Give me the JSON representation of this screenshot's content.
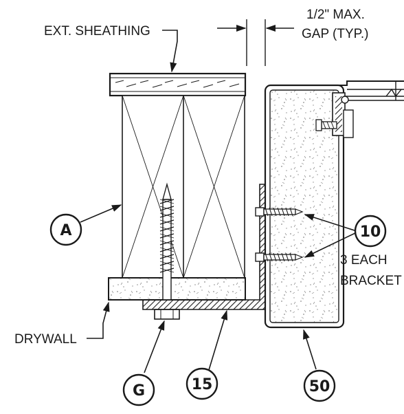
{
  "labels": {
    "ext_sheathing": "EXT. SHEATHING",
    "gap_line1": "1/2\" MAX.",
    "gap_line2": "GAP (TYP.)",
    "drywall": "DRYWALL",
    "each_line1": "3 EACH",
    "each_line2": "BRACKET"
  },
  "callouts": {
    "a": "A",
    "ten": "10",
    "g": "G",
    "fifteen": "15",
    "fifty": "50"
  },
  "colors": {
    "ink": "#1a1a1a",
    "speckle": "#8a8a8a",
    "background": "#ffffff"
  }
}
